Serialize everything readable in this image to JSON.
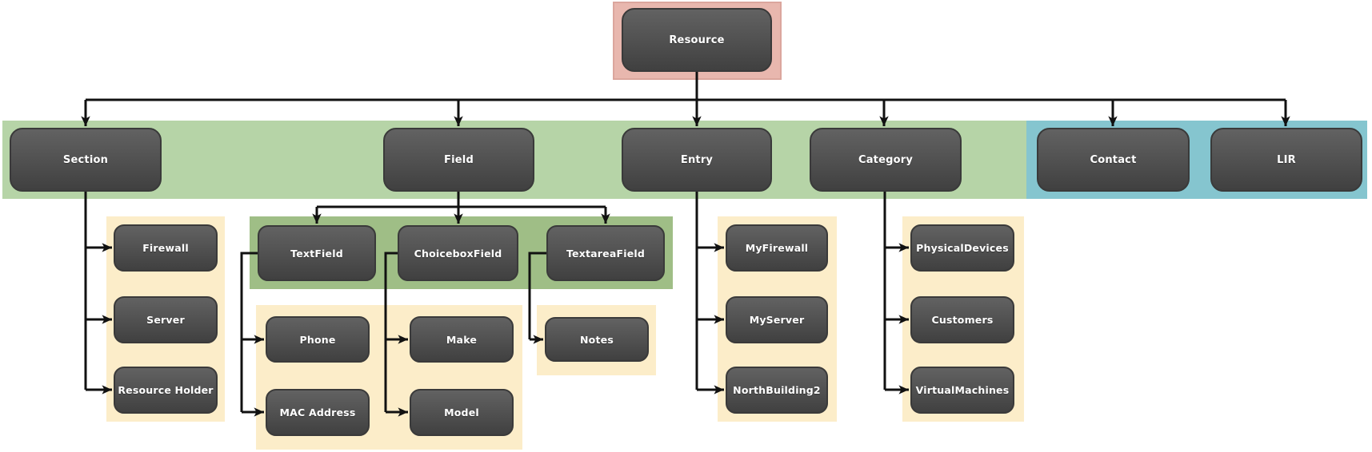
{
  "diagram": {
    "nodes": {
      "resource": {
        "label": "Resource"
      },
      "section": {
        "label": "Section"
      },
      "field": {
        "label": "Field"
      },
      "entry": {
        "label": "Entry"
      },
      "category": {
        "label": "Category"
      },
      "contact": {
        "label": "Contact"
      },
      "lir": {
        "label": "LIR"
      },
      "firewall": {
        "label": "Firewall"
      },
      "server": {
        "label": "Server"
      },
      "resource_holder": {
        "label": "Resource Holder"
      },
      "textfield": {
        "label": "TextField"
      },
      "choiceboxfield": {
        "label": "ChoiceboxField"
      },
      "textareafield": {
        "label": "TextareaField"
      },
      "phone": {
        "label": "Phone"
      },
      "mac_address": {
        "label": "MAC Address"
      },
      "make": {
        "label": "Make"
      },
      "model": {
        "label": "Model"
      },
      "notes": {
        "label": "Notes"
      },
      "myfirewall": {
        "label": "MyFirewall"
      },
      "myserver": {
        "label": "MyServer"
      },
      "northbuilding2": {
        "label": "NorthBuilding2"
      },
      "physicaldevices": {
        "label": "PhysicalDevices"
      },
      "customers": {
        "label": "Customers"
      },
      "virtualmachines": {
        "label": "VirtualMachines"
      }
    },
    "hierarchy": {
      "Resource": [
        "Section",
        "Field",
        "Entry",
        "Category",
        "Contact",
        "LIR"
      ],
      "Section": [
        "Firewall",
        "Server",
        "Resource Holder"
      ],
      "Field": [
        "TextField",
        "ChoiceboxField",
        "TextareaField"
      ],
      "TextField": [
        "Phone",
        "MAC Address"
      ],
      "ChoiceboxField": [
        "Make",
        "Model"
      ],
      "TextareaField": [
        "Notes"
      ],
      "Entry": [
        "MyFirewall",
        "MyServer",
        "NorthBuilding2"
      ],
      "Category": [
        "PhysicalDevices",
        "Customers",
        "VirtualMachines"
      ]
    },
    "colors": {
      "root_highlight_pink": "#e8b7ae",
      "level1_band_green": "#b6d4a7",
      "level1_band_blue": "#85c5cf",
      "field_group_green": "#9fbe86",
      "group_panel_yellow": "#fcedc9",
      "node_fill_top": "#626262",
      "node_fill_bottom": "#404040",
      "node_text": "#ffffff",
      "connector": "#111111"
    }
  }
}
